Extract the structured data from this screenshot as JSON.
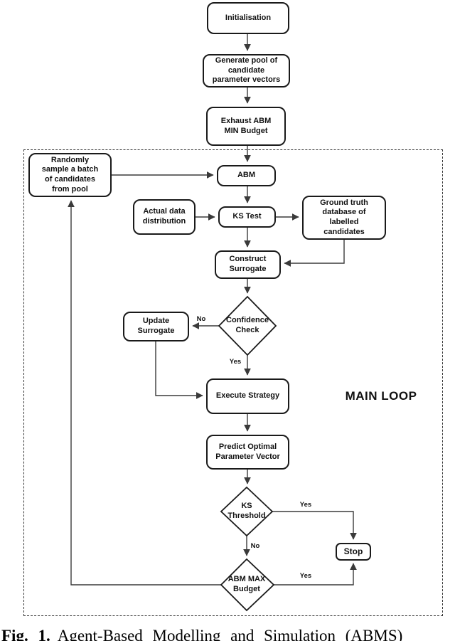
{
  "figure": {
    "region_label": "MAIN LOOP",
    "caption_prefix": "Fig. 1.",
    "caption_text": "Agent-Based Modelling and Simulation (ABMS)"
  },
  "nodes": {
    "initialisation": "Initialisation",
    "generate_pool": "Generate pool of\ncandidate\nparameter vectors",
    "exhaust_abm": "Exhaust ABM\nMIN Budget",
    "randomly_sample": "Randomly\nsample a batch\nof candidates\nfrom pool",
    "abm": "ABM",
    "actual_data": "Actual data\ndistribution",
    "ks_test": "KS Test",
    "ground_truth": "Ground truth\ndatabase of\nlabelled\ncandidates",
    "construct_surrogate": "Construct\nSurrogate",
    "confidence_check": "Confidence\nCheck",
    "update_surrogate": "Update\nSurrogate",
    "execute_strategy": "Execute Strategy",
    "predict_optimal": "Predict Optimal\nParameter Vector",
    "ks_threshold": "KS\nThreshold",
    "stop": "Stop",
    "abm_max_budget": "ABM MAX\nBudget"
  },
  "edge_labels": {
    "confidence_no": "No",
    "confidence_yes": "Yes",
    "threshold_yes": "Yes",
    "threshold_no": "No",
    "budget_yes": "Yes"
  },
  "colors": {
    "background": "#ffffff",
    "box_border": "#1a1a1a",
    "connector": "#3a3a3a",
    "text": "#111111"
  }
}
